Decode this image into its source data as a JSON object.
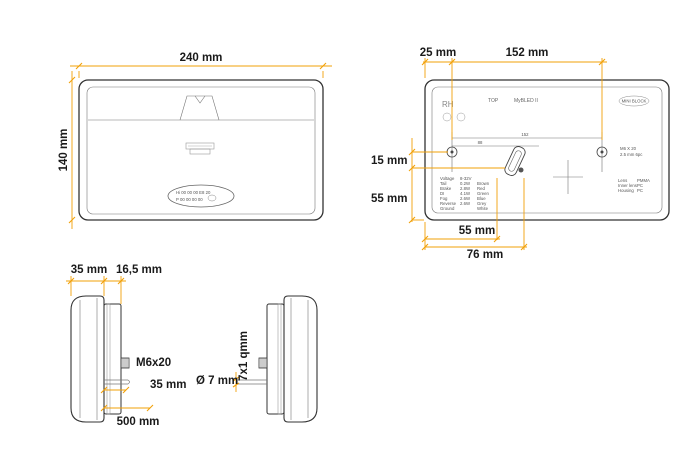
{
  "dimensions": {
    "width_240": "240 mm",
    "height_140": "140 mm",
    "offset_25": "25 mm",
    "spacing_152": "152 mm",
    "offset_15": "15 mm",
    "offset_55_v": "55 mm",
    "offset_55_h": "55 mm",
    "offset_76": "76 mm",
    "depth_35": "35 mm",
    "depth_16_5": "16,5 mm",
    "bolt": "M6x20",
    "cable_35": "35 mm",
    "cable_500": "500 mm",
    "cable_diameter": "Ø 7 mm",
    "cable_spec": "7x1 qmm"
  },
  "front_label": {
    "line1": "Hi 00 00 00 E8 20",
    "line2": "P 00 00 00 00"
  },
  "back_labels": {
    "side": "RH",
    "top": "TOP",
    "model": "MyBLED II",
    "brand": "MINI BLOCK",
    "inner_152": "152",
    "inner_88": "88",
    "screw_spec": "M6 X 20",
    "screw_spec2": "2.5 mm  6pc",
    "wiring": [
      {
        "fn": "Voltage",
        "val": "8-32V",
        "color": ""
      },
      {
        "fn": "Tail",
        "val": "0.2W",
        "color": "Brown"
      },
      {
        "fn": "Brake",
        "val": "2.8W",
        "color": "Red"
      },
      {
        "fn": "DI",
        "val": "4.1W",
        "color": "Green"
      },
      {
        "fn": "Fog",
        "val": "2.6W",
        "color": "Blue"
      },
      {
        "fn": "Reverse",
        "val": "2.6W",
        "color": "Grey"
      },
      {
        "fn": "Ground",
        "val": "",
        "color": "White"
      }
    ],
    "right_info": [
      {
        "k": "Lens",
        "v": "PMMA"
      },
      {
        "k": "Inner lens",
        "v": "PC"
      },
      {
        "k": "Housing",
        "v": "PC"
      }
    ]
  },
  "colors": {
    "dimension_line": "#f2a007",
    "outline": "#333333"
  }
}
